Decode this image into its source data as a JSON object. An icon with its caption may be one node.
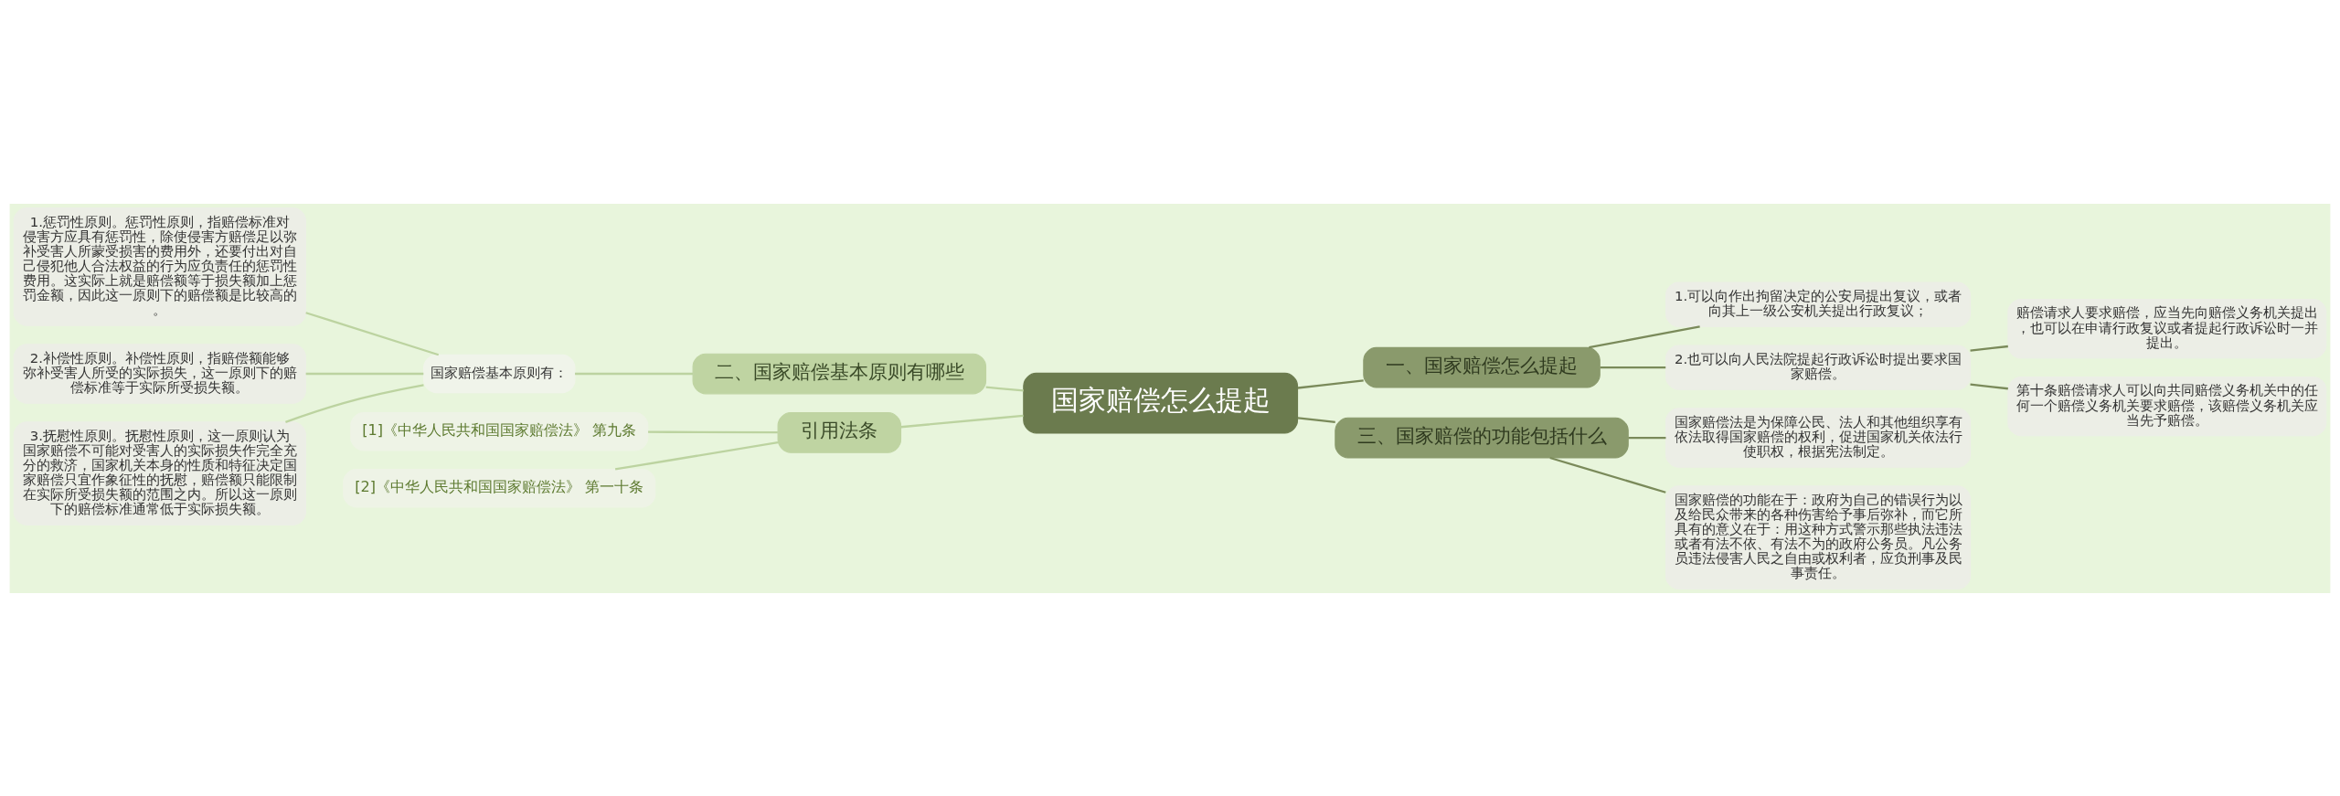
{
  "diagram": {
    "nodes": [
      {
        "text": [
          "国家赔偿怎么提起"
        ]
      },
      {
        "text": [
          "一、国家赔偿怎么提起"
        ]
      },
      {
        "text": [
          "1.可以向作出拘留决定的公安局提出复议，或者向其上一级公安机关提出行政复议；"
        ]
      },
      {
        "text": [
          "2.也可以向人民法院提起行政诉讼时提出要求国家赔偿。"
        ]
      },
      {
        "text": [
          "赔偿请求人要求赔偿，应当先向赔偿义务机关提出，也可以在申请行政复议或者提起行政诉讼时一并提出。"
        ]
      },
      {
        "text": [
          "第十条赔偿请求人可以向共同赔偿义务机关中的任何一个赔偿义务机关要求赔偿，该赔偿义务机关应当先予赔偿。"
        ]
      },
      {
        "text": [
          "三、国家赔偿的功能包括什么"
        ]
      },
      {
        "text": [
          "国家赔偿法是为保障公民、法人和其他组织享有依法取得国家赔偿的权利，促进国家机关依法行使职权，根据宪法制定。"
        ]
      },
      {
        "text": [
          "国家赔偿的功能在于：政府为自己的错误行为以及给民众带来的各种伤害给予事后弥补，而它所具有的意义在于：用这种方式警示那些执法违法或者有法不依、有法不为的政府公务员。凡公务员违法侵害人民之自由或权利者，应负刑事及民事责任。"
        ]
      },
      {
        "text": [
          "二、国家赔偿基本原则有哪些"
        ]
      },
      {
        "text": [
          "国家赔偿基本原则有："
        ]
      },
      {
        "text": [
          "1.惩罚性原则。惩罚性原则，指赔偿标准对侵害方应具有惩罚性，除使侵害方赔偿足以弥补受害人所蒙受损害的费用外，还要付出对自己侵犯他人合法权益的行为应负责任的惩罚性费用。这实际上就是赔偿额等于损失额加上惩罚金额，因此这一原则下的赔偿额是比较高的。"
        ]
      },
      {
        "text": [
          "2.补偿性原则。补偿性原则，指赔偿额能够弥补受害人所受的实际损失，这一原则下的赔偿标准等于实际所受损失额。"
        ]
      },
      {
        "text": [
          "3.抚慰性原则。抚慰性原则，这一原则认为国家赔偿不可能对受害人的实际损失作完全充分的救济，国家机关本身的性质和特征决定国家赔偿只宜作象征性的抚慰，赔偿额只能限制在实际所受损失额的范围之内。所以这一原则下的赔偿标准通常低于实际损失额。"
        ]
      },
      {
        "text": [
          "引用法条"
        ]
      },
      {
        "text": [
          "[1]《中华人民共和国国家赔偿法》 第九条"
        ]
      },
      {
        "text": [
          "[2]《中华人民共和国国家赔偿法》 第一十条"
        ]
      }
    ],
    "edges": [
      {
        "from": 0,
        "to": 1,
        "arrow": "none"
      },
      {
        "from": 1,
        "to": 2,
        "arrow": "none"
      },
      {
        "from": 1,
        "to": 3,
        "arrow": "none"
      },
      {
        "from": 3,
        "to": 4,
        "arrow": "none"
      },
      {
        "from": 3,
        "to": 5,
        "arrow": "none"
      },
      {
        "from": 0,
        "to": 6,
        "arrow": "none"
      },
      {
        "from": 6,
        "to": 7,
        "arrow": "none"
      },
      {
        "from": 6,
        "to": 8,
        "arrow": "none"
      },
      {
        "from": 0,
        "to": 9,
        "arrow": "none",
        "color": "#bcd3a0"
      },
      {
        "from": 9,
        "to": 10,
        "arrow": "none",
        "color": "#bcd3a0"
      },
      {
        "from": 10,
        "to": 11,
        "arrow": "none",
        "color": "#bcd3a0"
      },
      {
        "from": 10,
        "to": 12,
        "arrow": "none",
        "color": "#bcd3a0"
      },
      {
        "from": 10,
        "to": 13,
        "arrow": "none",
        "color": "#bcd3a0"
      },
      {
        "from": 0,
        "to": 14,
        "arrow": "none",
        "color": "#bcd3a0"
      },
      {
        "from": 14,
        "to": 15,
        "arrow": "none",
        "color": "#bcd3a0"
      },
      {
        "from": 14,
        "to": 16,
        "arrow": "none",
        "color": "#bcd3a0"
      }
    ]
  }
}
